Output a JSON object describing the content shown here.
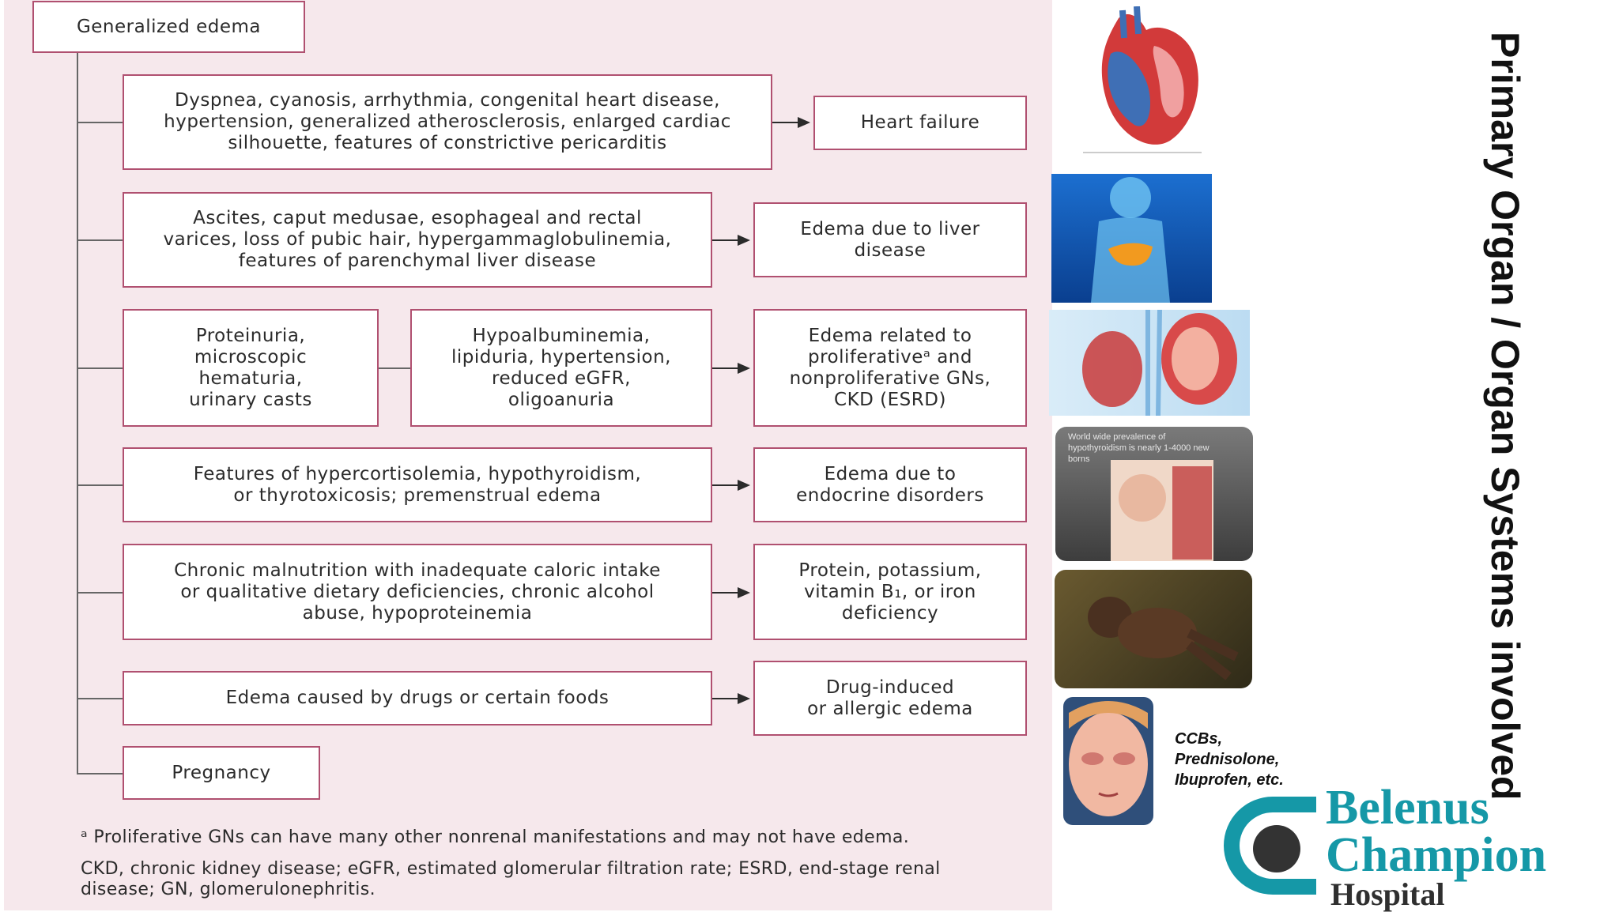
{
  "diagram": {
    "root": "Generalized edema",
    "rows": [
      {
        "finding": "Dyspnea, cyanosis, arrhythmia, congenital heart disease,\nhypertension, generalized atherosclerosis, enlarged cardiac\nsilhouette, features of constrictive pericarditis",
        "outcome": "Heart failure"
      },
      {
        "finding": "Ascites, caput medusae, esophageal and rectal\nvarices, loss of pubic hair, hypergammaglobulinemia,\nfeatures of parenchymal liver disease",
        "outcome": "Edema due to liver\ndisease"
      },
      {
        "finding": "Proteinuria,\nmicroscopic\nhematuria,\nurinary casts",
        "finding2": "Hypoalbuminemia,\nlipiduria, hypertension,\nreduced eGFR,\noligoanuria",
        "outcome": "Edema related to\nproliferativeᵃ and\nnonproliferative GNs,\nCKD (ESRD)"
      },
      {
        "finding": "Features of hypercortisolemia, hypothyroidism,\nor thyrotoxicosis; premenstrual edema",
        "outcome": "Edema due to\nendocrine disorders"
      },
      {
        "finding": "Chronic malnutrition with inadequate caloric intake\nor qualitative dietary deficiencies, chronic alcohol\nabuse, hypoproteinemia",
        "outcome": "Protein, potassium,\nvitamin B₁, or iron\ndeficiency"
      },
      {
        "finding": "Edema caused by drugs or certain foods",
        "outcome": "Drug-induced\nor allergic edema"
      },
      {
        "finding": "Pregnancy"
      }
    ],
    "footnote": "ᵃ Proliferative GNs can have many other nonrenal manifestations and may not have edema.",
    "abbreviations": "CKD, chronic kidney disease; eGFR, estimated glomerular filtration rate; ESRD, end-stage renal\ndisease; GN, glomerulonephritis."
  },
  "sidebar": {
    "thyroid_caption": "World wide prevalence of\nhypothyroidism is nearly 1-4000 new\nborns",
    "drug_caption": "CCBs,\nPrednisolone,\nIbuprofen, etc."
  },
  "title": "Primary Organ / Organ Systems involved",
  "logo": {
    "line1": "Belenus",
    "line2": "Champion",
    "line3": "Hospital"
  },
  "colors": {
    "box_border": "#b05070",
    "panel_bg": "#f6e8ec",
    "logo_teal": "#1598a7"
  }
}
